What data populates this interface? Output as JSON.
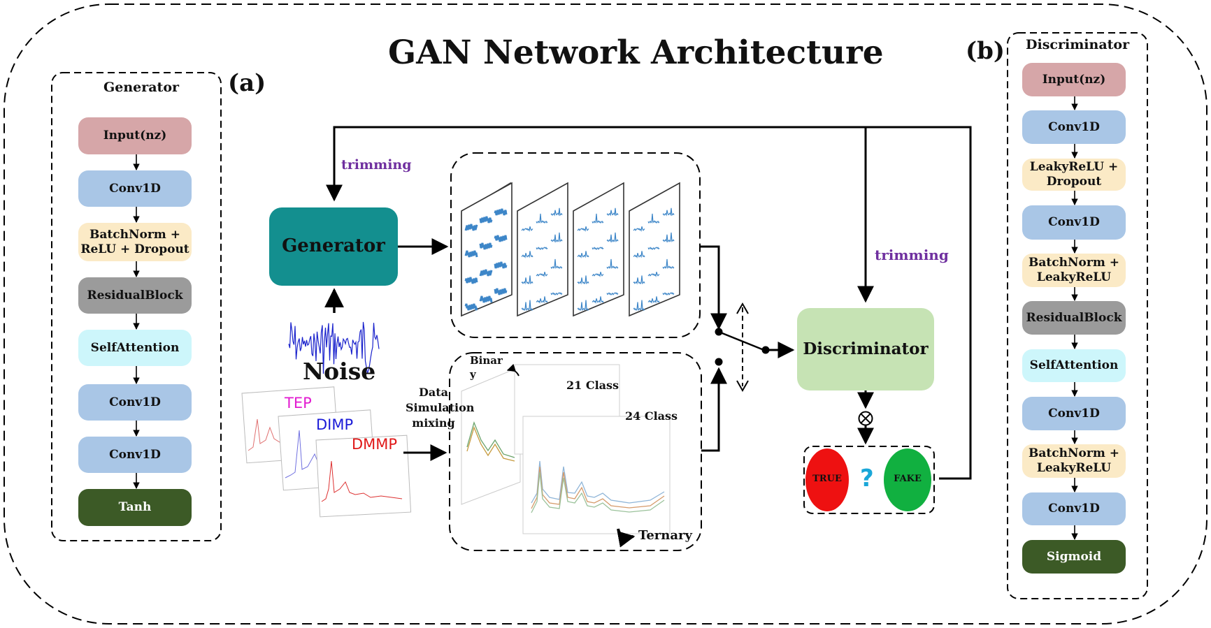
{
  "title": "GAN Network Architecture",
  "panel_a": {
    "label": "(a)",
    "header": "Generator",
    "layers": [
      "Input(nz)",
      "Conv1D",
      "BatchNorm +\nReLU + Dropout",
      "ResidualBlock",
      "SelfAttention",
      "Conv1D",
      "Conv1D",
      "Tanh"
    ]
  },
  "panel_b": {
    "label": "(b)",
    "header": "Discriminator",
    "layers": [
      "Input(nz)",
      "Conv1D",
      "LeakyReLU +\nDropout",
      "Conv1D",
      "BatchNorm +\nLeakyReLU",
      "ResidualBlock",
      "SelfAttention",
      "Conv1D",
      "BatchNorm +\nLeakyReLU",
      "Conv1D",
      "Sigmoid"
    ]
  },
  "flow": {
    "generator": "Generator",
    "discriminator": "Discriminator",
    "noise": "Noise",
    "trimming_left": "trimming",
    "trimming_right": "trimming",
    "data_sim": "Data\nSimulation\nmixing",
    "binary": "Binar\ny",
    "class21": "21 Class",
    "class24": "24 Class",
    "ternary": "Ternary",
    "spectra": [
      "TEP",
      "DIMP",
      "DMMP"
    ],
    "true": "TRUE",
    "fake": "FAKE",
    "question": "?",
    "multiply": "⊗"
  },
  "colors": {
    "generator_box": "#138f8f",
    "discriminator_box": "#c6e3b4",
    "trimming": "#6f2f9f",
    "tep": "#e21bd0",
    "dimp": "#1b1bd8",
    "dmmp": "#e01818",
    "true_ellipse": "#ee1111",
    "fake_ellipse": "#11b040",
    "noise": "#1a22cc"
  }
}
